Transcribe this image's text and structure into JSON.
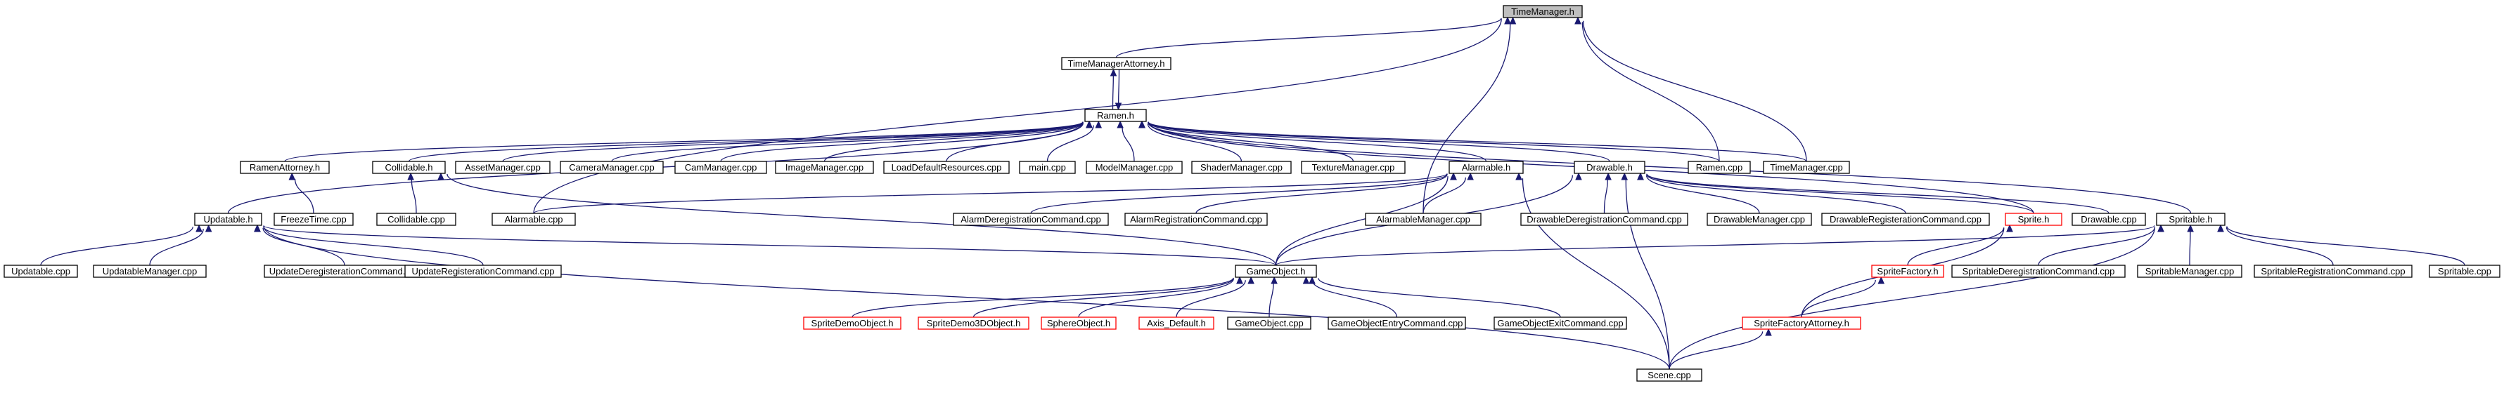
{
  "title": "TimeManager.h",
  "colors": {
    "edge": "#191970",
    "root_fill": "#bfbfbf",
    "red_border": "#ff0000",
    "border": "#000000"
  },
  "nodes": {
    "timemanager_h": {
      "label": "TimeManager.h",
      "style": "root"
    },
    "timemanagerattorney_h": {
      "label": "TimeManagerAttorney.h",
      "style": "normal"
    },
    "ramen_h": {
      "label": "Ramen.h",
      "style": "normal"
    },
    "ramenattorney_h": {
      "label": "RamenAttorney.h",
      "style": "normal"
    },
    "collidable_h": {
      "label": "Collidable.h",
      "style": "normal"
    },
    "assetmanager_cpp": {
      "label": "AssetManager.cpp",
      "style": "normal"
    },
    "cameramanager_cpp": {
      "label": "CameraManager.cpp",
      "style": "normal"
    },
    "cammanager_cpp": {
      "label": "CamManager.cpp",
      "style": "normal"
    },
    "imagemanager_cpp": {
      "label": "ImageManager.cpp",
      "style": "normal"
    },
    "loaddefaultresources_cpp": {
      "label": "LoadDefaultResources.cpp",
      "style": "normal"
    },
    "main_cpp": {
      "label": "main.cpp",
      "style": "normal"
    },
    "modelmanager_cpp": {
      "label": "ModelManager.cpp",
      "style": "normal"
    },
    "shadermanager_cpp": {
      "label": "ShaderManager.cpp",
      "style": "normal"
    },
    "texturemanager_cpp": {
      "label": "TextureManager.cpp",
      "style": "normal"
    },
    "alarmable_h": {
      "label": "Alarmable.h",
      "style": "normal"
    },
    "drawable_h": {
      "label": "Drawable.h",
      "style": "normal"
    },
    "ramen_cpp": {
      "label": "Ramen.cpp",
      "style": "normal"
    },
    "timemanager_cpp": {
      "label": "TimeManager.cpp",
      "style": "normal"
    },
    "freezetime_cpp": {
      "label": "FreezeTime.cpp",
      "style": "normal"
    },
    "updatable_h": {
      "label": "Updatable.h",
      "style": "normal"
    },
    "collidable_cpp": {
      "label": "Collidable.cpp",
      "style": "normal"
    },
    "alarmable_cpp": {
      "label": "Alarmable.cpp",
      "style": "normal"
    },
    "alarmderegistrationcommand_cpp": {
      "label": "AlarmDeregistrationCommand.cpp",
      "style": "normal"
    },
    "alarmregistrationcommand_cpp": {
      "label": "AlarmRegistrationCommand.cpp",
      "style": "normal"
    },
    "alarmablemanager_cpp": {
      "label": "AlarmableManager.cpp",
      "style": "normal"
    },
    "drawablederegistrationcommand_cpp": {
      "label": "DrawableDeregistrationCommand.cpp",
      "style": "normal"
    },
    "drawablemanager_cpp": {
      "label": "DrawableManager.cpp",
      "style": "normal"
    },
    "drawableregisterationcommand_cpp": {
      "label": "DrawableRegisterationCommand.cpp",
      "style": "normal"
    },
    "sprite_h": {
      "label": "Sprite.h",
      "style": "red"
    },
    "drawable_cpp": {
      "label": "Drawable.cpp",
      "style": "normal"
    },
    "spritable_h": {
      "label": "Spritable.h",
      "style": "normal"
    },
    "updatable_cpp": {
      "label": "Updatable.cpp",
      "style": "normal"
    },
    "updatablemanager_cpp": {
      "label": "UpdatableManager.cpp",
      "style": "normal"
    },
    "updatederegisterationcommand_cpp": {
      "label": "UpdateDeregisterationCommand.cpp",
      "style": "normal"
    },
    "updateregisterationcommand_cpp": {
      "label": "UpdateRegisterationCommand.cpp",
      "style": "normal"
    },
    "gameobject_h": {
      "label": "GameObject.h",
      "style": "normal"
    },
    "spritefactory_h": {
      "label": "SpriteFactory.h",
      "style": "red"
    },
    "spritablederegistrationcommand_cpp": {
      "label": "SpritableDeregistrationCommand.cpp",
      "style": "normal"
    },
    "spritablemanager_cpp": {
      "label": "SpritableManager.cpp",
      "style": "normal"
    },
    "spritableregistrationcommand_cpp": {
      "label": "SpritableRegistrationCommand.cpp",
      "style": "normal"
    },
    "spritable_cpp": {
      "label": "Spritable.cpp",
      "style": "normal"
    },
    "spritedemoobject_h": {
      "label": "SpriteDemoObject.h",
      "style": "red"
    },
    "spritedemo3dobject_h": {
      "label": "SpriteDemo3DObject.h",
      "style": "red"
    },
    "sphereobject_h": {
      "label": "SphereObject.h",
      "style": "red"
    },
    "axis_default_h": {
      "label": "Axis_Default.h",
      "style": "red"
    },
    "gameobject_cpp": {
      "label": "GameObject.cpp",
      "style": "normal"
    },
    "gameobjectentrycommand_cpp": {
      "label": "GameObjectEntryCommand.cpp",
      "style": "normal"
    },
    "gameobjectexitcommand_cpp": {
      "label": "GameObjectExitCommand.cpp",
      "style": "normal"
    },
    "spritefactoryattorney_h": {
      "label": "SpriteFactoryAttorney.h",
      "style": "red"
    },
    "scene_cpp": {
      "label": "Scene.cpp",
      "style": "normal"
    }
  },
  "edges": [
    [
      "timemanagerattorney_h",
      "timemanager_h"
    ],
    [
      "alarmable_cpp",
      "timemanager_h"
    ],
    [
      "alarmablemanager_cpp",
      "timemanager_h"
    ],
    [
      "ramen_cpp",
      "timemanager_h"
    ],
    [
      "timemanager_cpp",
      "timemanager_h"
    ],
    [
      "ramen_h",
      "timemanagerattorney_h"
    ],
    [
      "timemanagerattorney_h",
      "ramen_h"
    ],
    [
      "ramenattorney_h",
      "ramen_h"
    ],
    [
      "collidable_h",
      "ramen_h"
    ],
    [
      "assetmanager_cpp",
      "ramen_h"
    ],
    [
      "cameramanager_cpp",
      "ramen_h"
    ],
    [
      "cammanager_cpp",
      "ramen_h"
    ],
    [
      "imagemanager_cpp",
      "ramen_h"
    ],
    [
      "loaddefaultresources_cpp",
      "ramen_h"
    ],
    [
      "main_cpp",
      "ramen_h"
    ],
    [
      "modelmanager_cpp",
      "ramen_h"
    ],
    [
      "shadermanager_cpp",
      "ramen_h"
    ],
    [
      "texturemanager_cpp",
      "ramen_h"
    ],
    [
      "alarmable_h",
      "ramen_h"
    ],
    [
      "drawable_h",
      "ramen_h"
    ],
    [
      "ramen_cpp",
      "ramen_h"
    ],
    [
      "timemanager_cpp",
      "ramen_h"
    ],
    [
      "updatable_h",
      "ramen_h"
    ],
    [
      "sprite_h",
      "ramen_h"
    ],
    [
      "spritable_h",
      "ramen_h"
    ],
    [
      "freezetime_cpp",
      "ramenattorney_h"
    ],
    [
      "collidable_cpp",
      "collidable_h"
    ],
    [
      "gameobject_h",
      "collidable_h"
    ],
    [
      "alarmable_cpp",
      "alarmable_h"
    ],
    [
      "alarmderegistrationcommand_cpp",
      "alarmable_h"
    ],
    [
      "alarmregistrationcommand_cpp",
      "alarmable_h"
    ],
    [
      "alarmablemanager_cpp",
      "alarmable_h"
    ],
    [
      "gameobject_h",
      "alarmable_h"
    ],
    [
      "scene_cpp",
      "alarmable_h"
    ],
    [
      "drawablederegistrationcommand_cpp",
      "drawable_h"
    ],
    [
      "drawablemanager_cpp",
      "drawable_h"
    ],
    [
      "drawableregisterationcommand_cpp",
      "drawable_h"
    ],
    [
      "sprite_h",
      "drawable_h"
    ],
    [
      "drawable_cpp",
      "drawable_h"
    ],
    [
      "gameobject_h",
      "drawable_h"
    ],
    [
      "scene_cpp",
      "drawable_h"
    ],
    [
      "updatable_cpp",
      "updatable_h"
    ],
    [
      "updatablemanager_cpp",
      "updatable_h"
    ],
    [
      "updatederegisterationcommand_cpp",
      "updatable_h"
    ],
    [
      "updateregisterationcommand_cpp",
      "updatable_h"
    ],
    [
      "gameobject_h",
      "updatable_h"
    ],
    [
      "scene_cpp",
      "updatable_h"
    ],
    [
      "spritefactory_h",
      "sprite_h"
    ],
    [
      "spritefactoryattorney_h",
      "sprite_h"
    ],
    [
      "gameobject_h",
      "spritable_h"
    ],
    [
      "spritablederegistrationcommand_cpp",
      "spritable_h"
    ],
    [
      "spritablemanager_cpp",
      "spritable_h"
    ],
    [
      "spritableregistrationcommand_cpp",
      "spritable_h"
    ],
    [
      "spritable_cpp",
      "spritable_h"
    ],
    [
      "scene_cpp",
      "spritable_h"
    ],
    [
      "spritedemoobject_h",
      "gameobject_h"
    ],
    [
      "spritedemo3dobject_h",
      "gameobject_h"
    ],
    [
      "sphereobject_h",
      "gameobject_h"
    ],
    [
      "axis_default_h",
      "gameobject_h"
    ],
    [
      "gameobject_cpp",
      "gameobject_h"
    ],
    [
      "gameobjectentrycommand_cpp",
      "gameobject_h"
    ],
    [
      "gameobjectexitcommand_cpp",
      "gameobject_h"
    ],
    [
      "spritefactoryattorney_h",
      "spritefactory_h"
    ],
    [
      "scene_cpp",
      "spritefactoryattorney_h"
    ]
  ]
}
